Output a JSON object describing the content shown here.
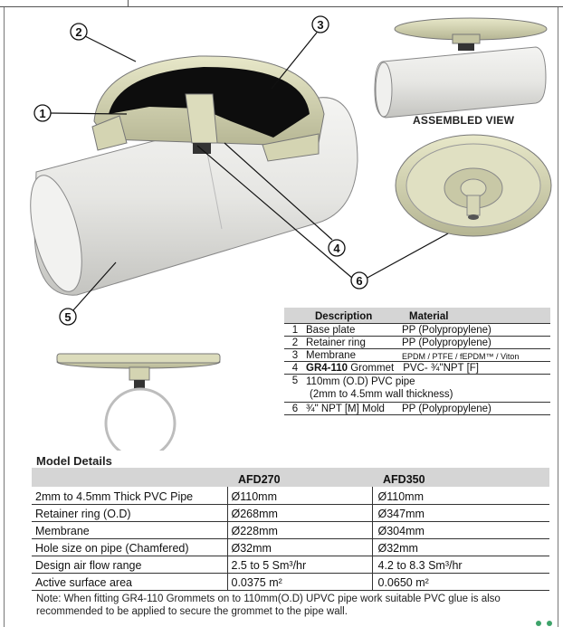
{
  "callouts": [
    "1",
    "2",
    "3",
    "4",
    "5",
    "6",
    "6"
  ],
  "assembled_label": "ASSEMBLED VIEW",
  "colors": {
    "pipe": "#e8e8e6",
    "pipe_shade": "#c9c9c6",
    "ring": "#dcdcbc",
    "ring_shade": "#b8b896",
    "membrane": "#0d0d0d",
    "header_bg": "#d5d5d5"
  },
  "parts_table": {
    "header": {
      "description": "Description",
      "material": "Material"
    },
    "rows": [
      {
        "num": "1",
        "description": "Base plate",
        "material": "PP (Polypropylene)"
      },
      {
        "num": "2",
        "description": "Retainer ring",
        "material": "PP (Polypropylene)"
      },
      {
        "num": "3",
        "description": "Membrane",
        "material": "EPDM / PTFE / fEPDM™ / Viton"
      },
      {
        "num": "4",
        "description": "GR4-110",
        "description_suffix": "Grommet",
        "material": "PVC- ¾\"NPT [F]"
      },
      {
        "num": "5",
        "description_line1": "110mm (O.D) PVC pipe",
        "description_line2": "(2mm to 4.5mm wall thickness)"
      },
      {
        "num": "6",
        "description": "¾\" NPT [M] Mold",
        "material": "PP (Polypropylene)"
      }
    ]
  },
  "model_details": {
    "title": "Model Details",
    "columns": [
      "",
      "AFD270",
      "AFD350"
    ],
    "rows": [
      [
        "2mm to 4.5mm Thick PVC Pipe",
        "Ø110mm",
        "Ø110mm"
      ],
      [
        "Retainer ring (O.D)",
        "Ø268mm",
        "Ø347mm"
      ],
      [
        "Membrane",
        "Ø228mm",
        "Ø304mm"
      ],
      [
        "Hole size on pipe (Chamfered)",
        "Ø32mm",
        "Ø32mm"
      ],
      [
        "Design air flow range",
        "2.5 to 5 Sm³/hr",
        "4.2 to 8.3 Sm³/hr"
      ],
      [
        "Active surface area",
        "0.0375 m²",
        "0.0650 m²"
      ]
    ]
  },
  "note_line1": "Note: When fitting GR4-110 Grommets on to 110mm(O.D) UPVC pipe work suitable PVC glue is also",
  "note_line2": "recommended to be applied to secure the grommet to the pipe wall."
}
